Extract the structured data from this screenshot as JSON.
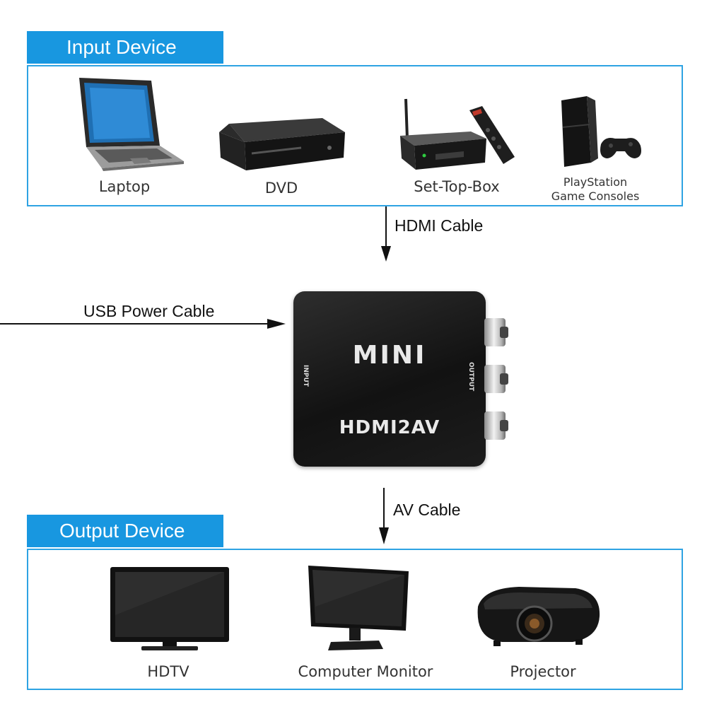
{
  "input_section": {
    "title": "Input Device",
    "devices": [
      {
        "label": "Laptop",
        "icon": "laptop-icon"
      },
      {
        "label": "DVD",
        "icon": "dvd-player-icon"
      },
      {
        "label": "Set-Top-Box",
        "icon": "set-top-box-icon"
      },
      {
        "label_lines": [
          "PlayStation",
          "Game Consoles"
        ],
        "icon": "game-console-icon"
      }
    ]
  },
  "cables": {
    "hdmi": "HDMI Cable",
    "usb_power": "USB Power Cable",
    "av": "AV Cable"
  },
  "converter": {
    "brand": "MINI",
    "model": "HDMI2AV",
    "input_label": "INPUT",
    "output_label": "OUTPUT"
  },
  "output_section": {
    "title": "Output Device",
    "devices": [
      {
        "label": "HDTV",
        "icon": "hdtv-icon"
      },
      {
        "label": "Computer Monitor",
        "icon": "computer-monitor-icon"
      },
      {
        "label": "Projector",
        "icon": "projector-icon"
      }
    ]
  },
  "colors": {
    "accent": "#1897e0",
    "box_border": "#2ea3e3"
  }
}
